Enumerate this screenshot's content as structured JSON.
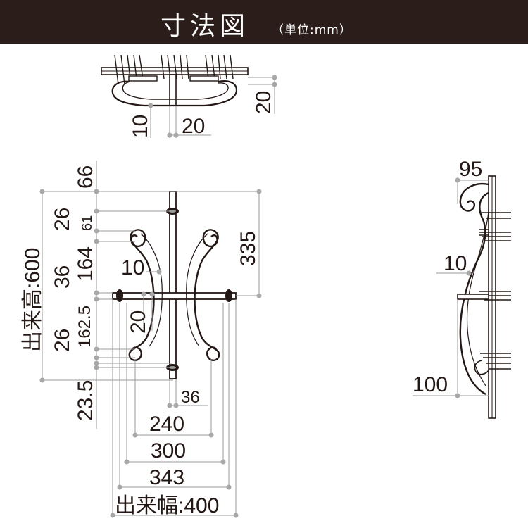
{
  "header": {
    "title": "寸法図",
    "unit_note": "（単位:mm）"
  },
  "top_view": {
    "dims": {
      "d10": "10",
      "d20_width": "20",
      "d20_offset": "20"
    }
  },
  "front_view": {
    "dims": {
      "d66": "66",
      "d26_top": "26",
      "d61": "61",
      "d164": "164",
      "d36_left": "36",
      "d162_5": "162.5",
      "d26_bottom": "26",
      "d23_5": "23.5",
      "d10": "10",
      "d20": "20",
      "d335": "335",
      "d36_bottom": "36",
      "d240": "240",
      "d300": "300",
      "d343": "343",
      "height_label": "出来高:600",
      "width_label": "出来幅:400"
    }
  },
  "side_view": {
    "dims": {
      "d95": "95",
      "d10": "10",
      "d100": "100"
    }
  },
  "colors": {
    "header_bg": "#2b1e1a",
    "line": "#231815",
    "dim_line": "#9a9a9a"
  }
}
